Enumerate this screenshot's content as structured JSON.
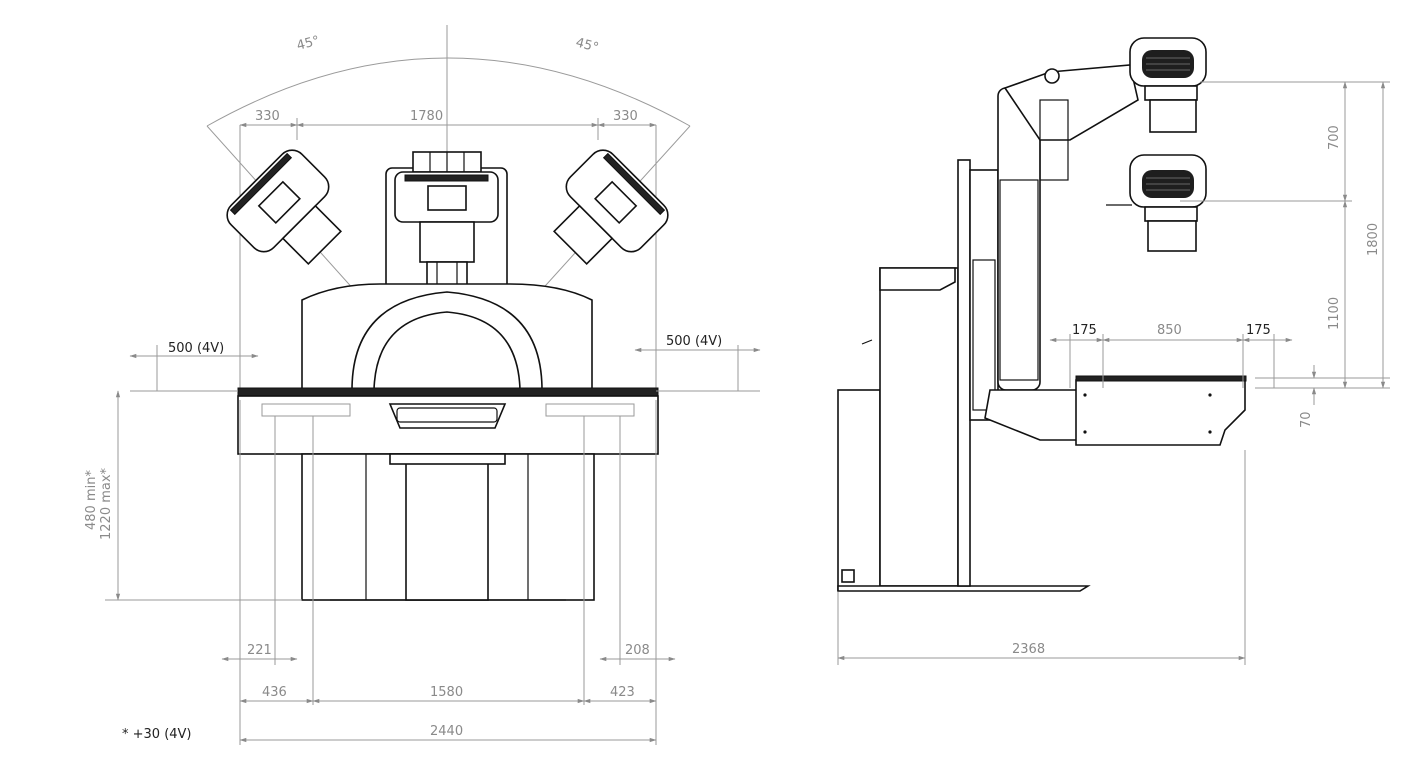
{
  "front_view": {
    "angle_left": "45°",
    "angle_right": "45°",
    "dim_top_left": "330",
    "dim_top_center": "1780",
    "dim_top_right": "330",
    "dim_side_left": "500 (4V)",
    "dim_side_right": "500 (4V)",
    "dim_height": "480 min*\n1220 max*",
    "dim_height_line1": "480 min*",
    "dim_height_line2": "1220 max*",
    "dim_bottom_left_small": "221",
    "dim_bottom_right_small": "208",
    "dim_bottom_left": "436",
    "dim_bottom_center": "1580",
    "dim_bottom_right": "423",
    "dim_total": "2440",
    "footnote": "* +30 (4V)"
  },
  "side_view": {
    "dim_175_left": "175",
    "dim_850": "850",
    "dim_175_right": "175",
    "dim_700": "700",
    "dim_1100": "1100",
    "dim_1800": "1800",
    "dim_70": "70",
    "dim_total": "2368"
  }
}
